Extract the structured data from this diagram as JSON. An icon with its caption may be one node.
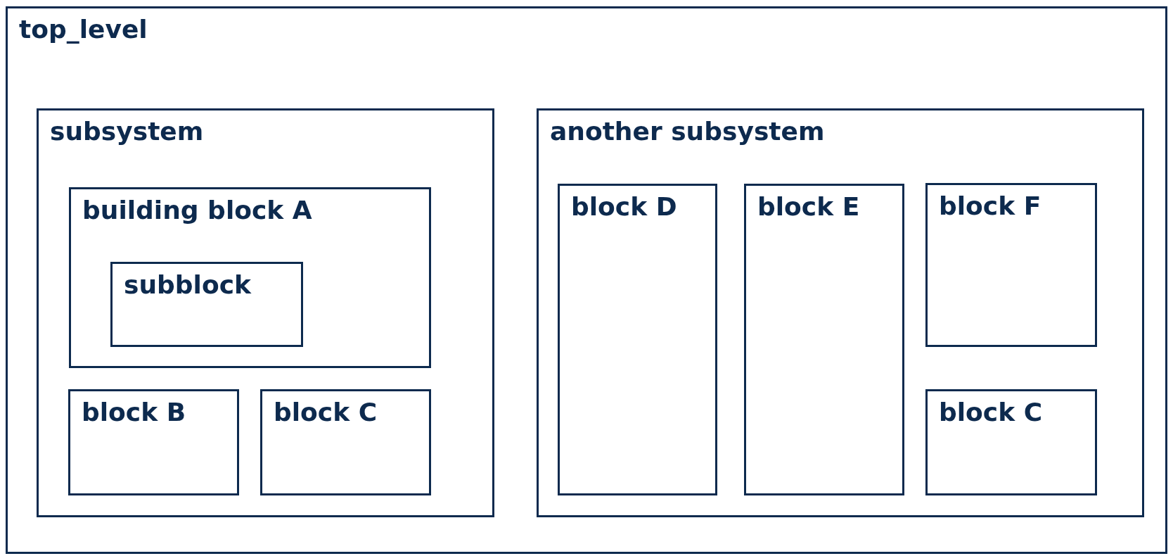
{
  "diagram": {
    "nodes": [
      {
        "text": [
          "top_level"
        ]
      },
      {
        "text": [
          "subsystem"
        ],
        "in": 0
      },
      {
        "text": [
          "building block A"
        ],
        "in": 1
      },
      {
        "text": [
          "subblock"
        ],
        "in": 2
      },
      {
        "text": [
          "block B"
        ],
        "in": 1
      },
      {
        "text": [
          "block C"
        ],
        "in": 1
      },
      {
        "text": [
          "another subsystem"
        ],
        "in": 0
      },
      {
        "text": [
          "block D"
        ],
        "in": 6
      },
      {
        "text": [
          "block E"
        ],
        "in": 6
      },
      {
        "text": [
          "block F"
        ],
        "in": 6
      },
      {
        "text": [
          "block C"
        ],
        "in": 6
      }
    ]
  }
}
